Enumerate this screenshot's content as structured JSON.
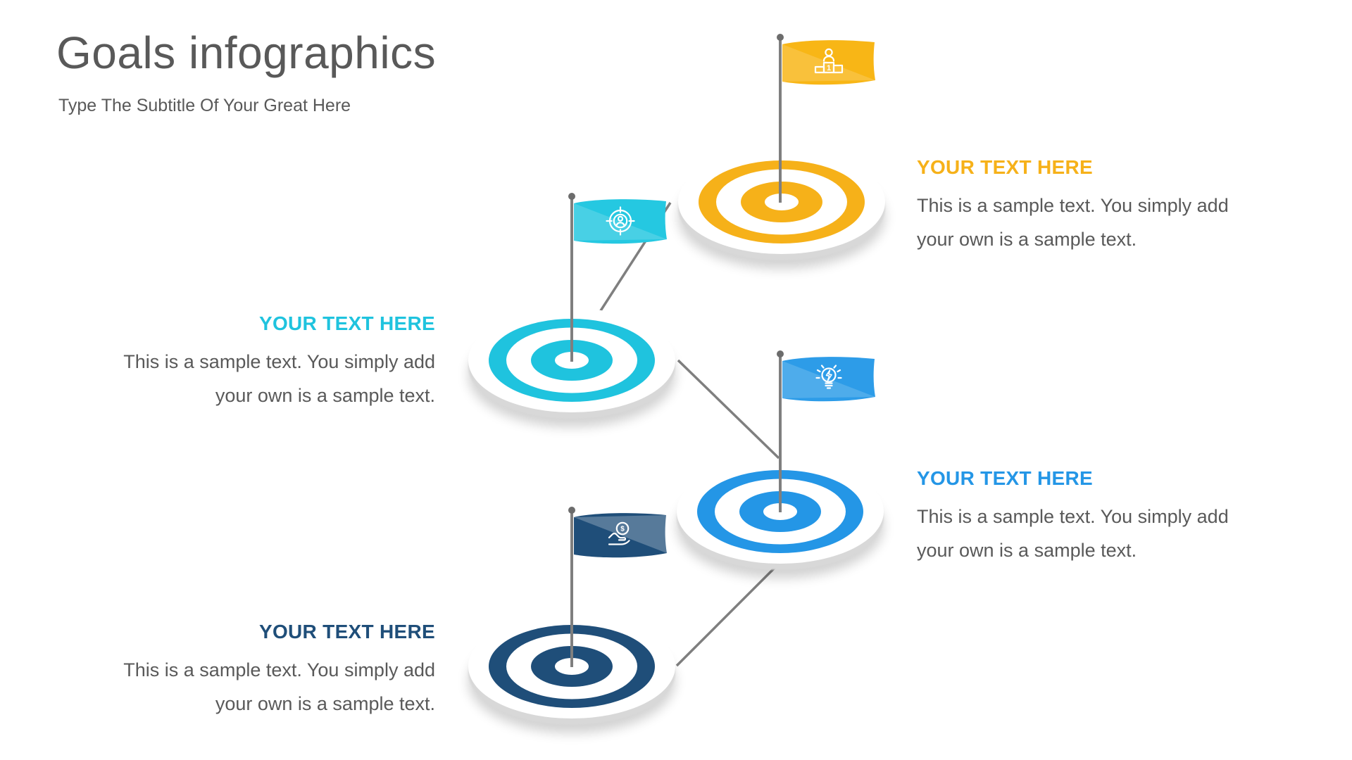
{
  "slide": {
    "title": "Goals infographics",
    "subtitle": "Type The Subtitle Of Your Great Here"
  },
  "palette": {
    "title_text": "#595959",
    "body_text": "#595959",
    "connector_line": "#7F7F7F",
    "flag_pole": "#7F7F7F",
    "target_plate": "#FFFFFF",
    "plate_shadow": "#D8D8D8",
    "gold": "#F6B119",
    "cyan": "#1FC3DE",
    "blue": "#2496E6",
    "navy": "#1F4E79"
  },
  "items": [
    {
      "position": "top-right",
      "accent": "#F6B119",
      "icon": "winner-podium-icon",
      "icon_label": "1",
      "heading": "YOUR TEXT HERE",
      "body_line1": "This is a sample text. You simply add",
      "body_line2": "your own is a sample text."
    },
    {
      "position": "middle-left",
      "accent": "#1FC3DE",
      "icon": "audience-target-icon",
      "icon_label": "",
      "heading": "YOUR TEXT HERE",
      "body_line1": "This is a sample text. You simply add",
      "body_line2": "your own is a sample text."
    },
    {
      "position": "middle-right",
      "accent": "#2496E6",
      "icon": "idea-bulb-icon",
      "icon_label": "",
      "heading": "YOUR TEXT HERE",
      "body_line1": "This is a sample text. You simply add",
      "body_line2": "your own is a sample text."
    },
    {
      "position": "bottom-left",
      "accent": "#1F4E79",
      "icon": "money-hand-icon",
      "icon_label": "$",
      "heading": "YOUR TEXT HERE",
      "body_line1": "This is a sample text. You simply add",
      "body_line2": "your own is a sample text."
    }
  ]
}
